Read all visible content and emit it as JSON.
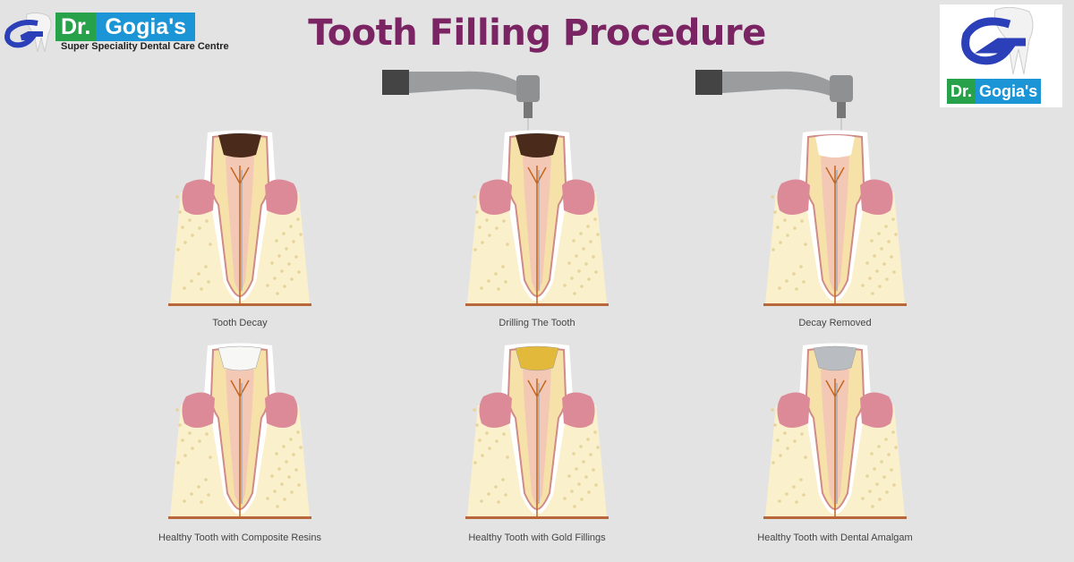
{
  "title": "Tooth Filling Procedure",
  "brand": {
    "dr": "Dr.",
    "name": "Gogia's",
    "tagline": "Super Speciality Dental Care Centre"
  },
  "right_logo": {
    "dr": "Dr.",
    "name": "Gogia's"
  },
  "panels": [
    {
      "caption": "Tooth Decay",
      "filling": "decay",
      "color": "#4a2a1a"
    },
    {
      "caption": "Drilling The Tooth",
      "filling": "decay",
      "color": "#4a2a1a"
    },
    {
      "caption": "Decay Removed",
      "filling": "empty",
      "color": "#ffffff"
    },
    {
      "caption": "Healthy Tooth with Composite Resins",
      "filling": "composite",
      "color": "#f7f7f5"
    },
    {
      "caption": "Healthy Tooth with Gold Fillings",
      "filling": "gold",
      "color": "#e2b93a"
    },
    {
      "caption": "Healthy Tooth with Dental Amalgam",
      "filling": "amalgam",
      "color": "#b9bcc0"
    }
  ]
}
